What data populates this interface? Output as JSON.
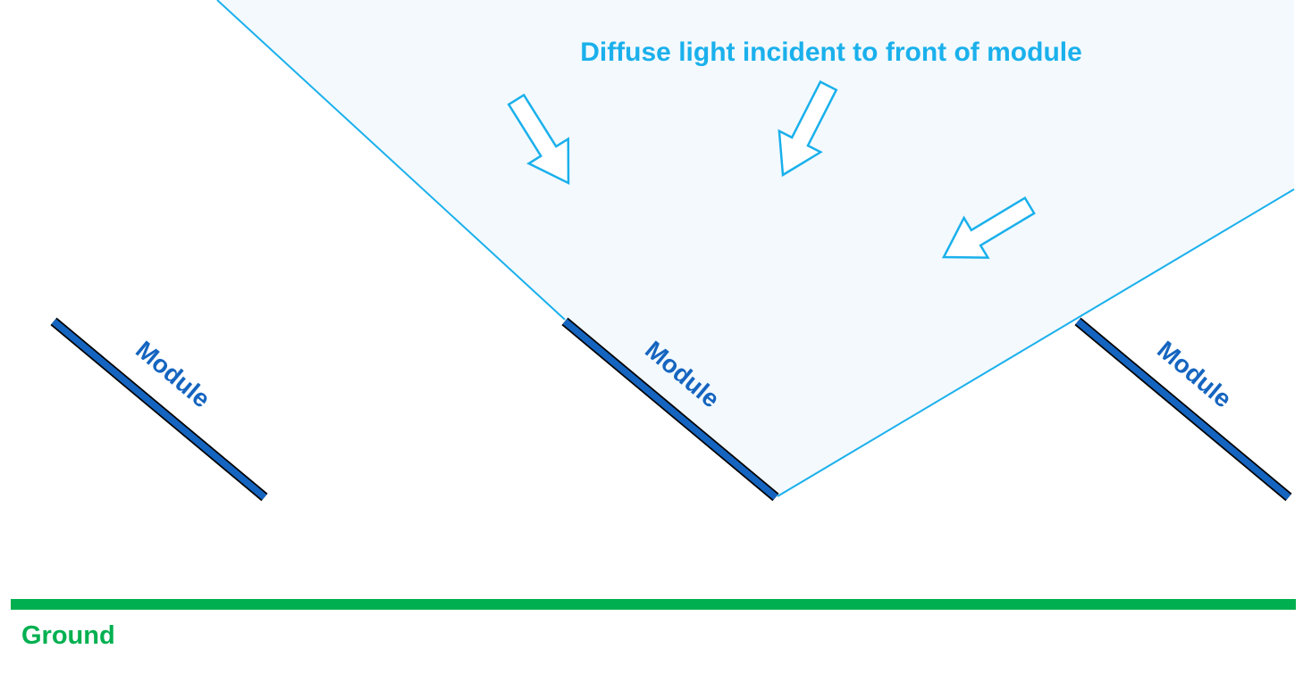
{
  "title": "Diffuse light incident to front of module",
  "module_label": "Module",
  "ground_label": "Ground",
  "modules": [
    {
      "label": "Module"
    },
    {
      "label": "Module"
    },
    {
      "label": "Module"
    }
  ],
  "colors": {
    "title_text": "#1ab0ec",
    "light_region_fill": "#f3f9fd",
    "light_region_edge": "#1ab0ec",
    "arrow_stroke": "#1ab0ec",
    "module_fill": "#1565c0",
    "module_outline": "#000000",
    "module_text": "#1565c0",
    "ground": "#00b050"
  },
  "icons": {
    "arrow": "hollow-block-arrow",
    "module": "tilted-solar-panel"
  }
}
